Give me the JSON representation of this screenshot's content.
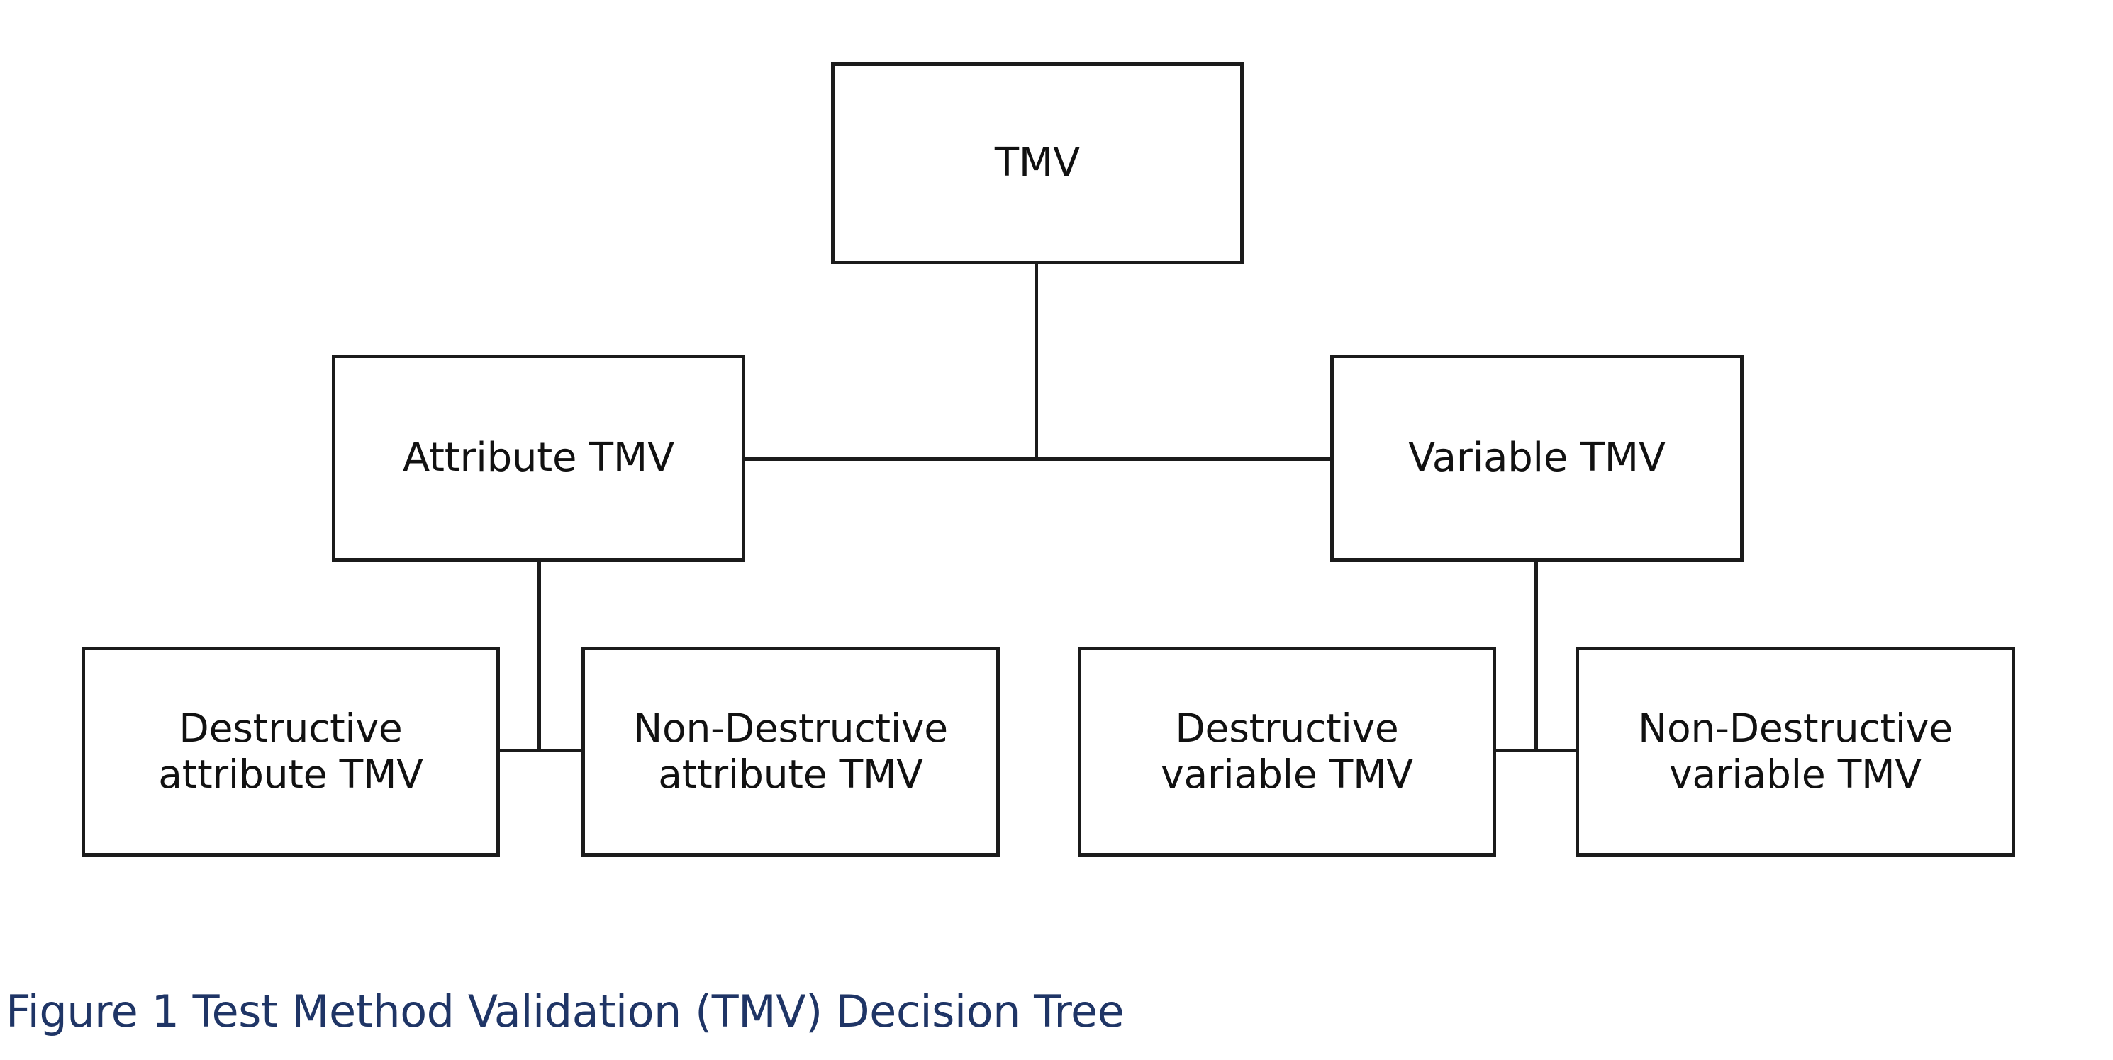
{
  "figure": {
    "caption": "Figure 1 Test Method Validation (TMV) Decision Tree",
    "caption_color": "#1f3566",
    "node_border_color": "#1b1b1b",
    "node_text_color": "#111111",
    "background_color": "#ffffff"
  },
  "tree": {
    "root": {
      "id": "tmv",
      "label": "TMV"
    },
    "level1": [
      {
        "id": "attribute-tmv",
        "label": "Attribute TMV"
      },
      {
        "id": "variable-tmv",
        "label": "Variable TMV"
      }
    ],
    "level2": [
      {
        "id": "destructive-attribute-tmv",
        "label": "Destructive\nattribute TMV",
        "parent": "attribute-tmv"
      },
      {
        "id": "non-destructive-attribute-tmv",
        "label": "Non-Destructive\nattribute TMV",
        "parent": "attribute-tmv"
      },
      {
        "id": "destructive-variable-tmv",
        "label": "Destructive\nvariable TMV",
        "parent": "variable-tmv"
      },
      {
        "id": "non-destructive-variable-tmv",
        "label": "Non-Destructive\nvariable TMV",
        "parent": "variable-tmv"
      }
    ]
  }
}
